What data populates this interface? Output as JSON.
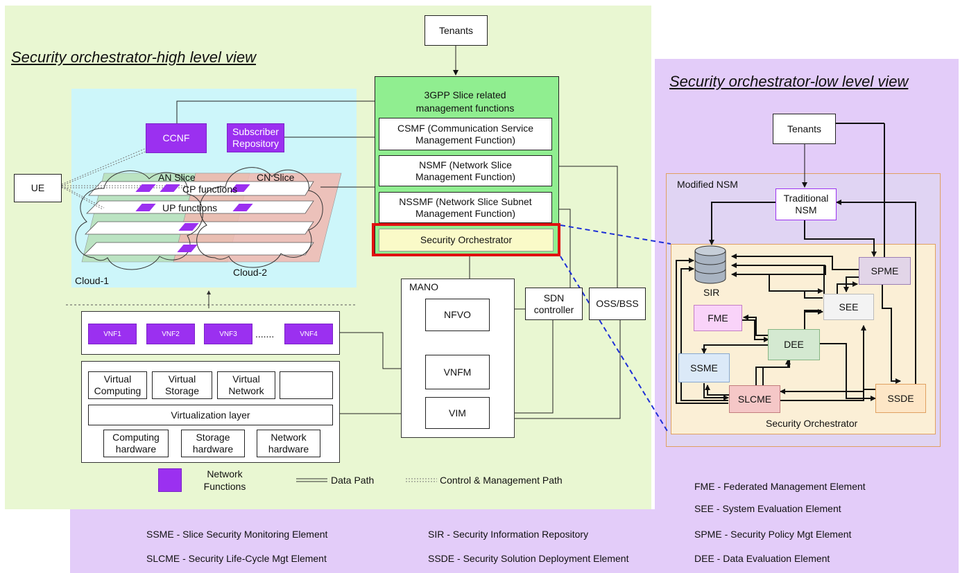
{
  "high": {
    "title": "Security orchestrator-high level view",
    "tenants": "Tenants",
    "slice_mgmt_title": "3GPP Slice related\nmanagement functions",
    "csmf": "CSMF (Communication Service\nManagement Function)",
    "nsmf": "NSMF (Network Slice\nManagement Function)",
    "nssmf": "NSSMF (Network Slice Subnet\nManagement Function)",
    "security_orchestrator": "Security Orchestrator",
    "ue": "UE",
    "ccnf": "CCNF",
    "subscriber_repo": "Subscriber\nRepository",
    "an_slice": "AN Slice",
    "cn_slice": "CN Slice",
    "cp_functions": "CP functions",
    "up_functions": "UP functions",
    "cloud1": "Cloud-1",
    "cloud2": "Cloud-2",
    "vnfs": [
      "VNF1",
      "VNF2",
      "VNF3",
      "VNF4"
    ],
    "vnf_dots": ".......",
    "virtual": [
      "Virtual\nComputing",
      "Virtual\nStorage",
      "Virtual\nNetwork",
      ""
    ],
    "virtualization_layer": "Virtualization layer",
    "hardware": [
      "Computing\nhardware",
      "Storage\nhardware",
      "Network\nhardware"
    ],
    "mano": "MANO",
    "nfvo": "NFVO",
    "vnfm": "VNFM",
    "vim": "VIM",
    "sdn": "SDN\ncontroller",
    "oss": "OSS/BSS",
    "legend": {
      "nf": "Network\nFunctions",
      "data_path": "Data Path",
      "control_path": "Control & Management Path"
    }
  },
  "low": {
    "title": "Security orchestrator-low level view",
    "tenants": "Tenants",
    "modified_nsm": "Modified NSM",
    "traditional_nsm": "Traditional\nNSM",
    "sir": "SIR",
    "spme": "SPME",
    "see": "SEE",
    "fme": "FME",
    "dee": "DEE",
    "ssme": "SSME",
    "slcme": "SLCME",
    "ssde": "SSDE",
    "security_orchestrator": "Security Orchestrator"
  },
  "abbreviations": [
    "FME - Federated Management Element",
    "SEE - System Evaluation Element",
    "SSME - Slice Security Monitoring Element",
    "SIR - Security Information Repository",
    "SPME - Security Policy Mgt Element",
    "SLCME - Security Life-Cycle Mgt Element",
    "SSDE - Security Solution Deployment Element",
    "DEE - Data Evaluation Element"
  ],
  "colors": {
    "high_bg": "#e9f7d2",
    "low_bg": "#e3ccf9",
    "cloud_area": "#cdf6fa",
    "slice_mgmt": "#90ee90",
    "security_orch_fill": "#fafac8",
    "highlight": "#e01010",
    "nf_purple": "#9b30f0",
    "fme": "#f9d3f9",
    "see": "#f3f3f3",
    "spme": "#e2d5e8",
    "dee": "#d4e9d1",
    "ssme": "#dbe9f8",
    "slcme": "#f5c7c7",
    "ssde": "#fde6c6",
    "so_inner": "#fbefd6"
  }
}
